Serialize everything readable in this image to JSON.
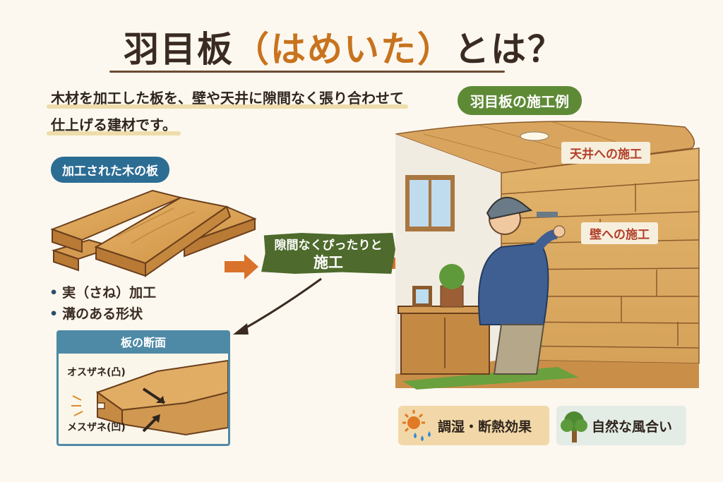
{
  "title": {
    "main": "羽目板",
    "reading": "（はめいた）",
    "suffix": "とは？"
  },
  "intro": {
    "line1": "木材を加工した板を、壁や天井に隙間なく張り合わせて",
    "line2": "仕上げる建材です。"
  },
  "left_panel": {
    "label": "加工された木の板",
    "bullets": [
      "実（さね）加工",
      "溝のある形状"
    ]
  },
  "cross_section": {
    "title": "板の断面",
    "male_label": "オスザネ(凸)",
    "female_label": "メスザネ(凹)"
  },
  "banner": {
    "line1": "隙間なくぴったりと",
    "line2": "施工"
  },
  "example": {
    "label": "羽目板の施工例",
    "ceiling_label": "天井への施工",
    "wall_label": "壁への施工"
  },
  "features": [
    {
      "icon": "sun-and-water-drops-icon",
      "label": "調湿・断熱効果"
    },
    {
      "icon": "tree-icon",
      "label": "自然な風合い"
    }
  ],
  "colors": {
    "background": "#fcf8ef",
    "title_text": "#3a2b22",
    "reading_accent": "#c8731e",
    "blue_pill": "#2c6d94",
    "green_pill": "#5e8a36",
    "banner_green": "#4e6a2c",
    "arrow_orange": "#d9722a",
    "scene_label_text": "#b2402a",
    "wood": "#d9a55c"
  }
}
